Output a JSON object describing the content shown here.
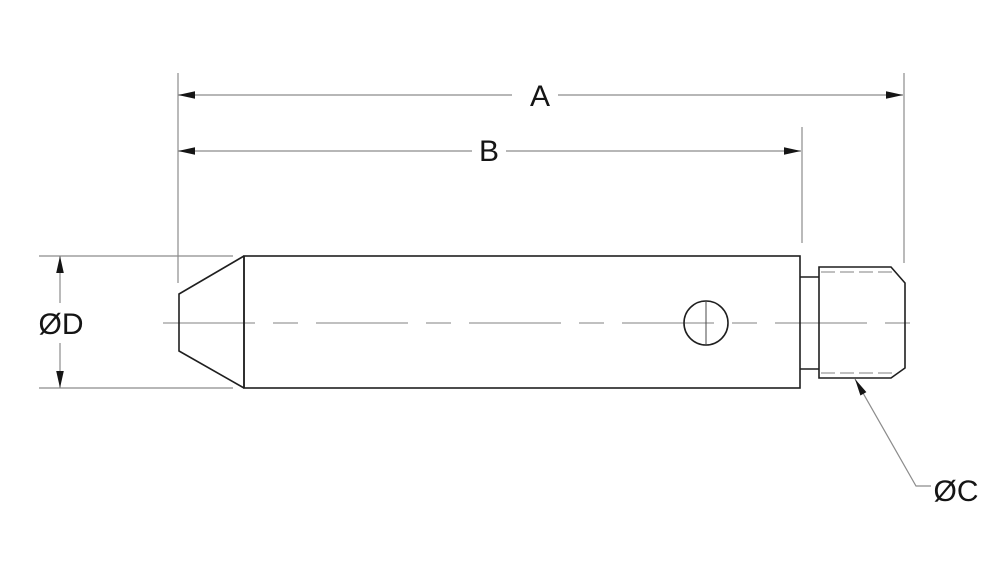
{
  "drawing": {
    "labels": {
      "dim_a": "A",
      "dim_b": "B",
      "dia_c": "ØC",
      "dia_d": "ØD"
    }
  },
  "colors": {
    "background": "#ffffff",
    "part_outline": "#1f1f1f",
    "dimension_lines": "#8c8c8c",
    "arrowhead": "#151515",
    "text_color": "#151515",
    "centerline": "#9a9a9a",
    "thread_line": "#9a9a9a",
    "hole_axis": "#4a4a4a"
  }
}
